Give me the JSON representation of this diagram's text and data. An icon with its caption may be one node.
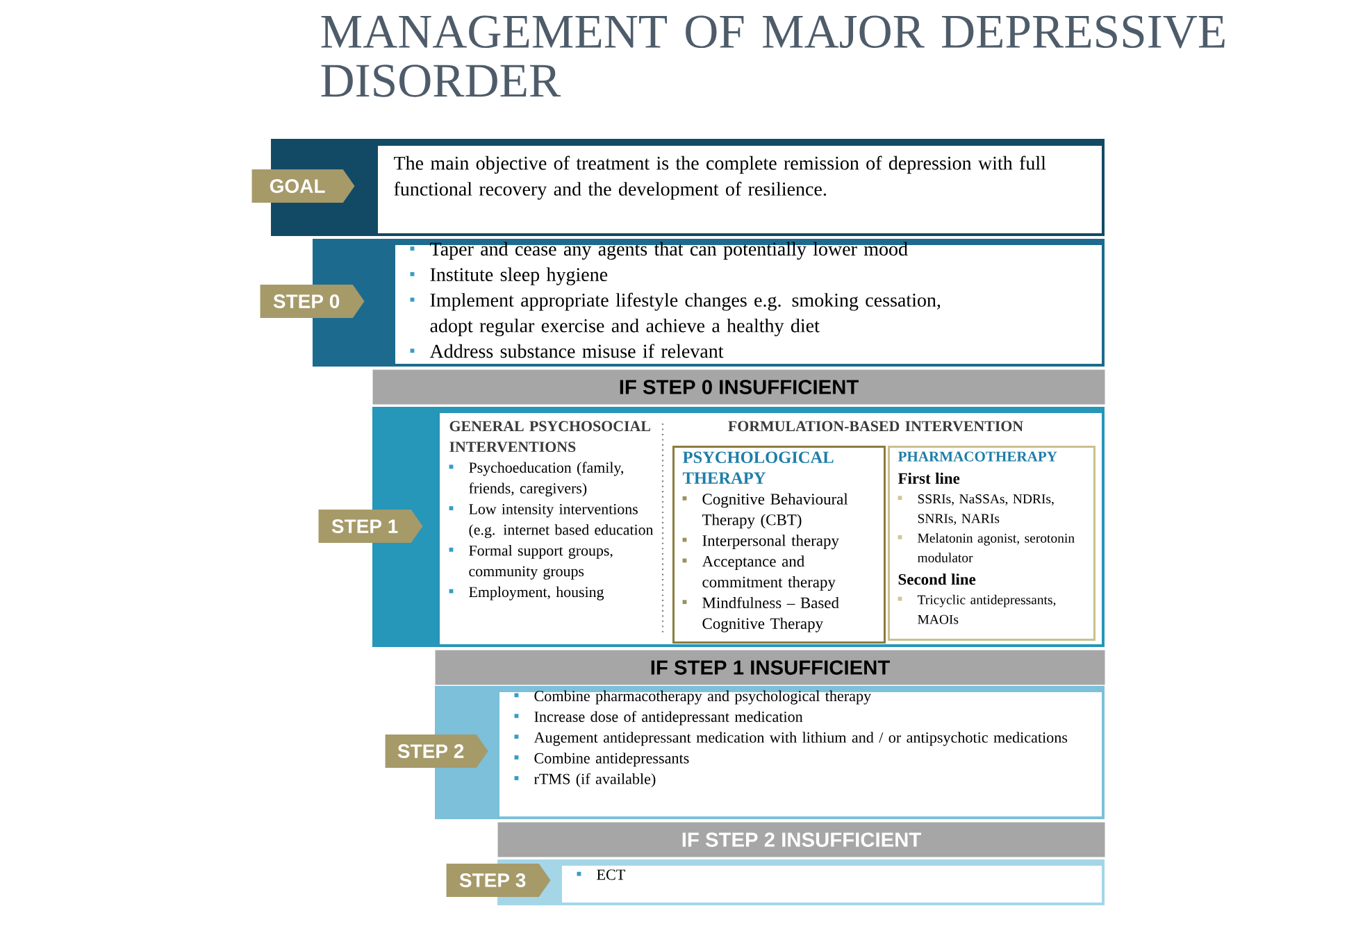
{
  "diagram": {
    "title": "MANAGEMENT OF MAJOR DEPRESSIVE DISORDER",
    "nodes": [
      {
        "text": [
          "GOAL"
        ]
      },
      {
        "text": [
          "The main objective of treatment is the complete remission of depression with full functional recovery and the development of resilience."
        ]
      },
      {
        "text": [
          "STEP 0"
        ]
      },
      {
        "text": [
          "Taper and cease any agents that can potentially lower mood",
          "Institute sleep hygiene",
          "Implement appropriate lifestyle changes e.g. smoking cessation, adopt regular exercise and achieve a healthy diet",
          "Address substance misuse if relevant"
        ]
      },
      {
        "text": [
          "IF STEP 0 INSUFFICIENT"
        ]
      },
      {
        "text": [
          "STEP 1"
        ]
      },
      {
        "text": [
          "GENERAL PSYCHOSOCIAL INTERVENTIONS",
          "Psychoeducation (family, friends, caregivers)",
          "Low intensity interventions (e.g. internet based education",
          "Formal support groups, community groups",
          "Employment, housing",
          "FORMULATION-BASED INTERVENTION"
        ]
      },
      {
        "text": [
          "PSYCHOLOGICAL THERAPY",
          "Cognitive Behavioural Therapy (CBT)",
          "Interpersonal therapy",
          "Acceptance and commitment therapy",
          "Mindfulness – Based Cognitive Therapy"
        ],
        "in": 6
      },
      {
        "text": [
          "PHARMACOTHERAPY",
          "First line",
          "SSRIs, NaSSAs, NDRIs, SNRIs, NARIs",
          "Melatonin agonist, serotonin modulator",
          "Second line",
          "Tricyclic antidepressants, MAOIs"
        ],
        "in": 6
      },
      {
        "text": [
          "IF STEP 1 INSUFFICIENT"
        ]
      },
      {
        "text": [
          "STEP 2"
        ]
      },
      {
        "text": [
          "Combine pharmacotherapy and psychological therapy",
          "Increase dose of antidepressant medication",
          "Augement antidepressant medication with lithium and / or antipsychotic medications",
          "Combine antidepressants",
          "rTMS (if available)"
        ]
      },
      {
        "text": [
          "IF STEP 2 INSUFFICIENT"
        ]
      },
      {
        "text": [
          "STEP 3"
        ]
      },
      {
        "text": [
          "ECT"
        ]
      }
    ]
  }
}
